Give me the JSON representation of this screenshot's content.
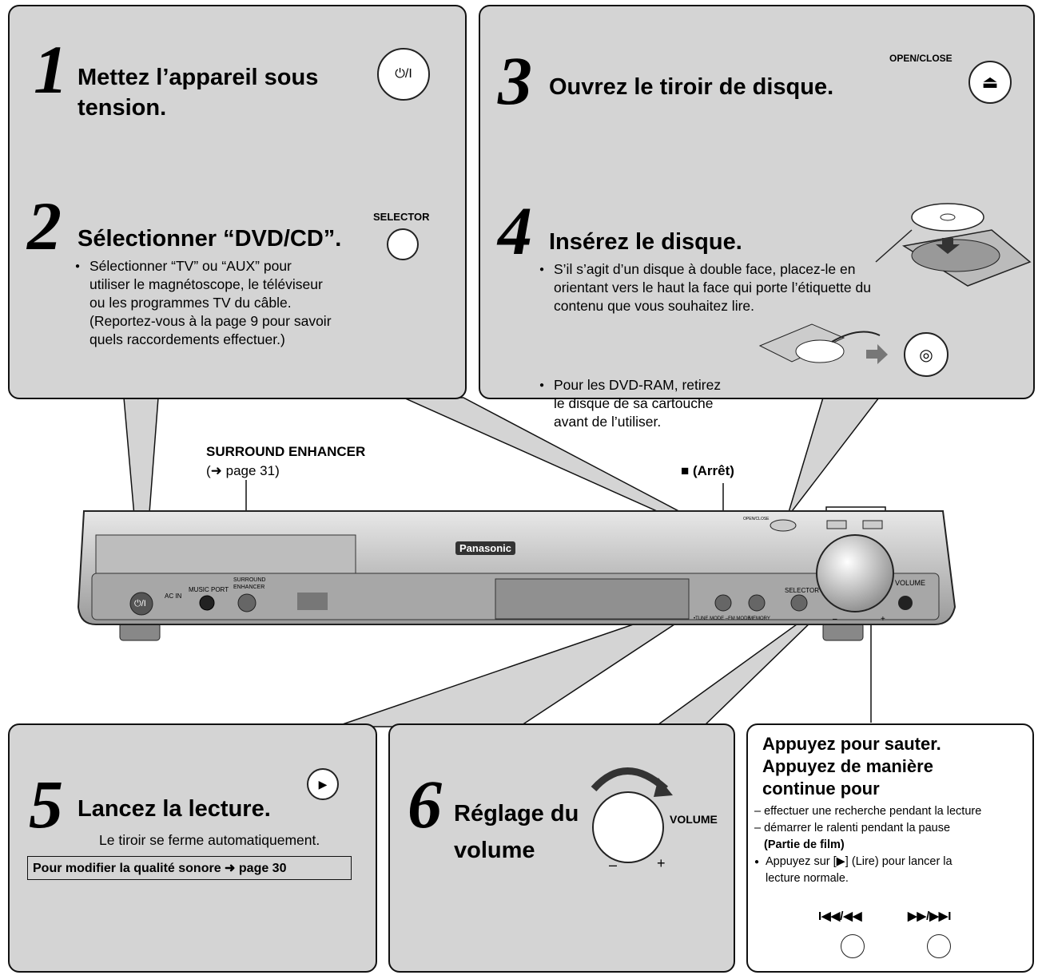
{
  "step1": {
    "number": "1",
    "title_line1": "Mettez l’appareil sous",
    "title_line2": "tension.",
    "button_glyph": "⏻/I"
  },
  "step2": {
    "number": "2",
    "title": "Sélectionner “DVD/CD”.",
    "selector_label": "SELECTOR",
    "bullet_lines": [
      "Sélectionner “TV” ou “AUX” pour",
      "utiliser le magnétoscope, le téléviseur",
      "ou les programmes TV du câble.",
      "(Reportez-vous à la page 9 pour savoir",
      "quels raccordements effectuer.)"
    ]
  },
  "step3": {
    "number": "3",
    "title": "Ouvrez le tiroir de disque.",
    "button_label": "OPEN/CLOSE",
    "button_glyph": "⏏"
  },
  "step4": {
    "number": "4",
    "title": "Insérez le disque.",
    "bullet1_lines": [
      "S’il s’agit d’un disque à double face, placez-le en",
      "orientant vers le haut la face qui porte l’étiquette du",
      "contenu que vous souhaitez lire."
    ],
    "bullet2_lines": [
      "Pour les DVD-RAM, retirez",
      "le disque de sa cartouche",
      "avant de l’utiliser."
    ]
  },
  "callouts": {
    "surround_title": "SURROUND ENHANCER",
    "surround_page": "(➜ page 31)",
    "stop": "■ (Arrêt)"
  },
  "device": {
    "brand": "Panasonic",
    "power": "⏻/I",
    "ac_in": "AC IN",
    "music_port": "MUSIC  PORT",
    "surround_l1": "SURROUND",
    "surround_l2": "ENHANCER",
    "selector": "SELECTOR",
    "volume": "VOLUME",
    "minus": "–",
    "plus": "+",
    "tune_mode": "•TUNE MODE –FM MODE",
    "memory": "MEMORY",
    "open_close": "OPEN/CLOSE"
  },
  "step5": {
    "number": "5",
    "title": "Lancez la lecture.",
    "note": "Le tiroir se ferme automatiquement.",
    "link": "Pour modifier la qualité sonore ➜ page 30"
  },
  "step6": {
    "number": "6",
    "title_line1": "Réglage du",
    "title_line2": "volume",
    "volume_label": "VOLUME",
    "minus": "–",
    "plus": "+"
  },
  "skip": {
    "title_lines": [
      "Appuyez pour sauter.",
      "Appuyez de manière",
      "continue pour"
    ],
    "dash1": "– effectuer une recherche pendant la lecture",
    "dash2": "– démarrer le ralenti pendant la pause",
    "dash2b": "(Partie de film)",
    "bullet_lines": [
      "Appuyez sur [▶] (Lire) pour lancer la",
      "lecture normale."
    ],
    "prev_label": "I◀◀/◀◀",
    "next_label": "▶▶/▶▶I"
  }
}
